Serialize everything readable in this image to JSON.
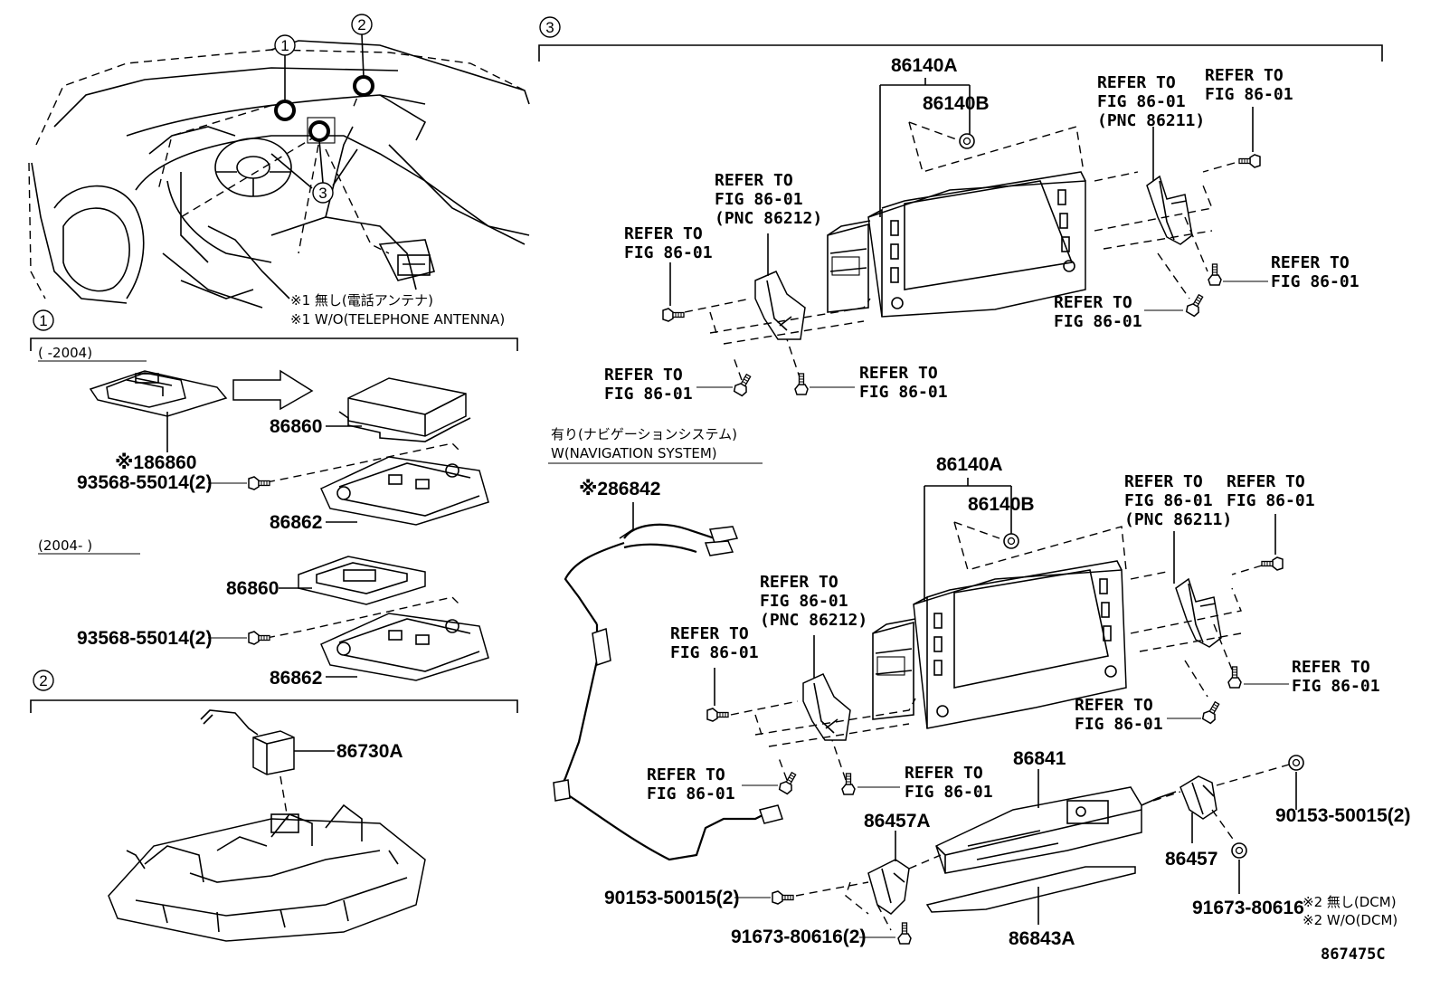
{
  "section_markers": [
    "1",
    "2",
    "3"
  ],
  "notes": {
    "tel_jp": "※1 無し(電話アンテナ)",
    "tel_en": "※1 W/O(TELEPHONE ANTENNA)",
    "dcm_jp": "※2 無し(DCM)",
    "dcm_en": "※2 W/O(DCM)",
    "nav_jp": "有り(ナビゲーションシステム)",
    "nav_en": "W(NAVIGATION SYSTEM)"
  },
  "year_ranges": {
    "early": "(        -2004)",
    "late": "(2004-        )"
  },
  "refer": {
    "l1": "REFER TO",
    "l2": "FIG 86-01",
    "pnc_212": "(PNC 86212)",
    "pnc_211": "(PNC 86211)"
  },
  "parts": {
    "p86140A": "86140A",
    "p86140B": "86140B",
    "p86860_star": "※186860",
    "p86860": "86860",
    "p86862": "86862",
    "p93568": "93568-55014(2)",
    "p86730A": "86730A",
    "p86842": "※286842",
    "p86841": "86841",
    "p86457A": "86457A",
    "p86457": "86457",
    "p90153_2": "90153-50015(2)",
    "p91673_2": "91673-80616(2)",
    "p91673": "91673-80616",
    "p86843A": "86843A"
  },
  "figure_id": "867475C",
  "icons": [
    "screw-icon",
    "nut-icon",
    "arrow-right-icon"
  ]
}
